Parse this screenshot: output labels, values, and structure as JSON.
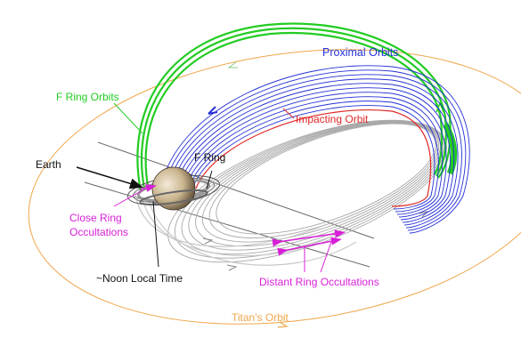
{
  "colors": {
    "background": "#ffffff",
    "proximal": "#2430d6",
    "f_ring_orbits": "#22cc22",
    "impacting": "#e02828",
    "titan": "#f0a64a",
    "occultations": "#d81fd8",
    "gray_orbits": "#9a9a9a",
    "text": "#111111"
  },
  "labels": {
    "proximal_orbits": "Proximal Orbits",
    "f_ring_orbits": "F Ring Orbits",
    "impacting_orbit": "Impacting Orbit",
    "earth": "Earth",
    "f_ring": "F Ring",
    "close_ring_occultations_line1": "Close Ring",
    "close_ring_occultations_line2": "Occultations",
    "noon_local_time": "~Noon Local Time",
    "distant_ring_occultations": "Distant Ring Occultations",
    "titans_orbit": "Titan's Orbit"
  }
}
